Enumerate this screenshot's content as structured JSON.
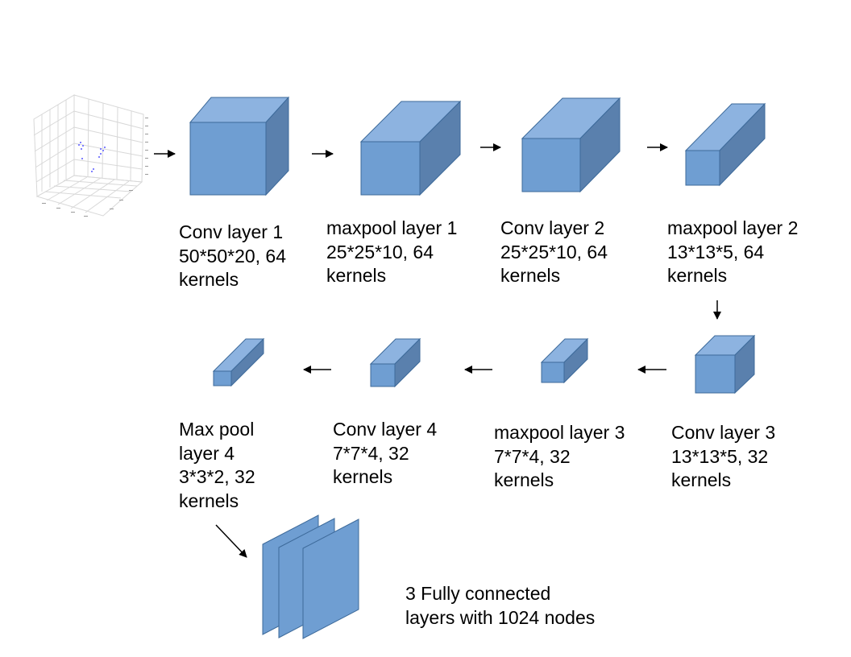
{
  "colors": {
    "front": "#6f9ed2",
    "top": "#8db3e0",
    "side": "#5a80ad",
    "edge": "#3d6a9a",
    "arrow": "#000000",
    "plot_points": "#8080ff"
  },
  "input_plot": {
    "description_icon": "3d-scatter-plot-icon"
  },
  "layers": [
    {
      "id": "conv1",
      "lines": [
        "Conv layer 1",
        "50*50*20, 64",
        "kernels"
      ]
    },
    {
      "id": "maxpool1",
      "lines": [
        "maxpool layer 1",
        "25*25*10, 64",
        "kernels"
      ]
    },
    {
      "id": "conv2",
      "lines": [
        "Conv layer 2",
        "25*25*10, 64",
        "kernels"
      ]
    },
    {
      "id": "maxpool2",
      "lines": [
        "maxpool layer 2",
        "13*13*5, 64",
        "kernels"
      ]
    },
    {
      "id": "conv3",
      "lines": [
        "Conv layer 3",
        "13*13*5, 32",
        "kernels"
      ]
    },
    {
      "id": "maxpool3",
      "lines": [
        "maxpool layer 3",
        "7*7*4, 32",
        "kernels"
      ]
    },
    {
      "id": "conv4",
      "lines": [
        "Conv layer 4",
        "7*7*4, 32",
        "kernels"
      ]
    },
    {
      "id": "maxpool4",
      "lines": [
        "Max pool",
        "layer 4",
        "3*3*2, 32",
        "kernels"
      ]
    }
  ],
  "fully_connected": {
    "lines": [
      "3 Fully connected",
      "layers with 1024 nodes"
    ]
  }
}
